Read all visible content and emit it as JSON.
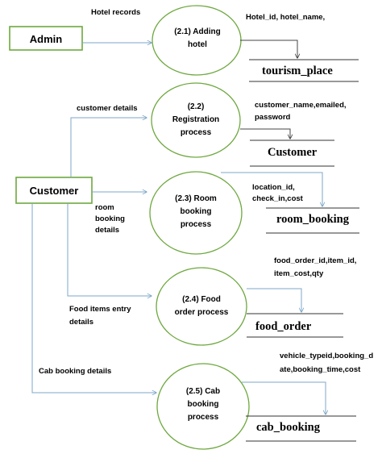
{
  "entities": {
    "admin": "Admin",
    "customer": "Customer"
  },
  "processes": {
    "p1": [
      "(2.1) Adding",
      "hotel"
    ],
    "p2": [
      "(2.2)",
      "Registration",
      "process"
    ],
    "p3": [
      "(2.3) Room",
      "booking",
      "process"
    ],
    "p4": [
      "(2.4)  Food",
      "order process"
    ],
    "p5": [
      "(2.5) Cab",
      "booking",
      "process"
    ]
  },
  "stores": {
    "s1": "tourism_place",
    "s2": "Customer",
    "s3": "room_booking",
    "s4": "food_order",
    "s5": "cab_booking"
  },
  "flows": {
    "hotel_records": "Hotel records",
    "hotel_fields": "Hotel_id, hotel_name,",
    "customer_details": "customer details",
    "customer_fields": [
      "customer_name,emailed,",
      "password"
    ],
    "room_booking_details": [
      "room",
      "booking",
      "details"
    ],
    "room_fields": [
      "location_id,",
      "check_in,cost"
    ],
    "food_entry_details": [
      "Food items entry",
      "details"
    ],
    "food_fields": [
      "food_order_id,item_id,",
      "item_cost,qty"
    ],
    "cab_booking_details": "Cab booking details",
    "cab_fields": [
      "vehicle_typeid,booking_d",
      "ate,booking_time,cost"
    ]
  },
  "colors": {
    "entity_border": "#6ea83f",
    "arrow": "#7da7c8",
    "text": "#000000"
  }
}
